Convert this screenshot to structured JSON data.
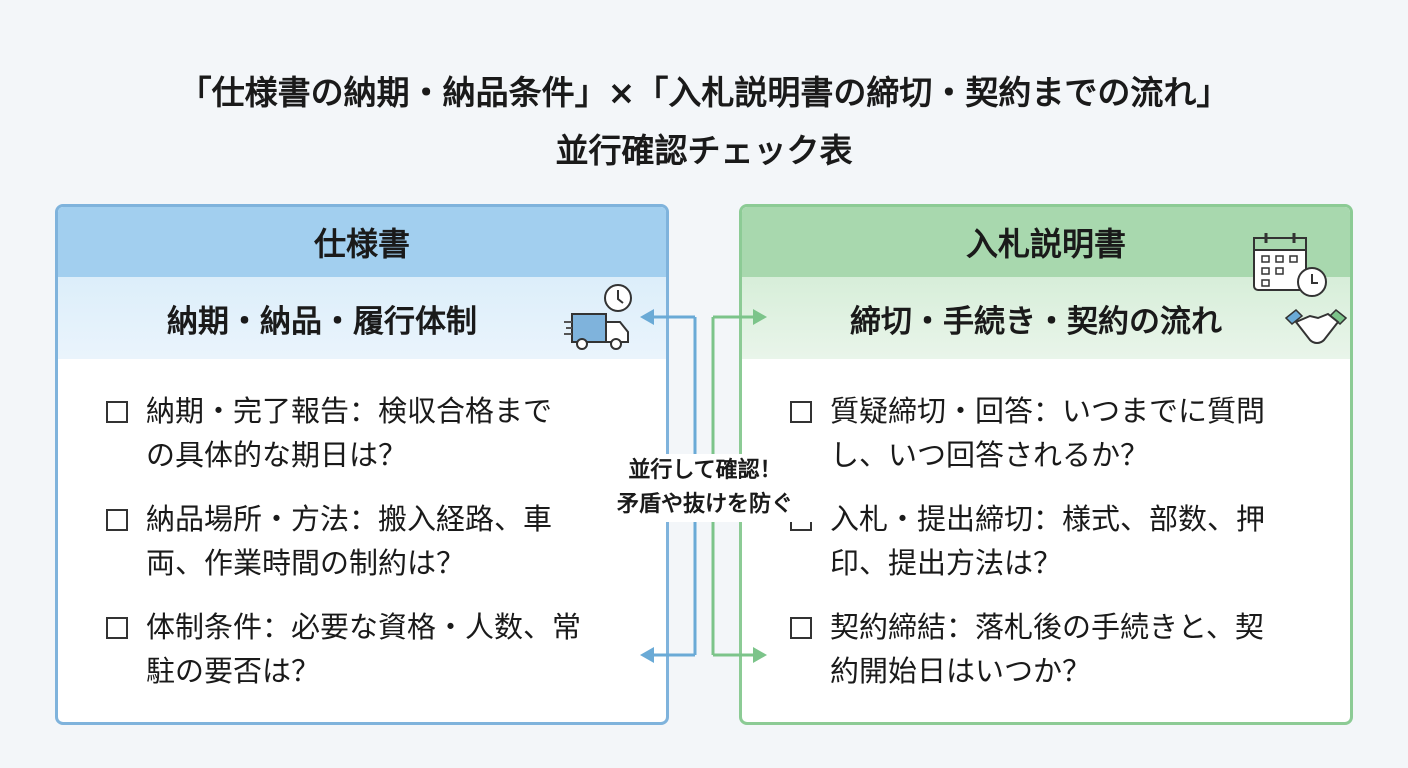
{
  "title": {
    "line1": "「仕様書の納期・納品条件」×「入札説明書の締切・契約までの流れ」",
    "line2": "並行確認チェック表"
  },
  "left": {
    "header": "仕様書",
    "subheader": "納期・納品・履行体制",
    "items": [
      "納期・完了報告：検収合格までの具体的な期日は？",
      "納品場所・方法：搬入経路、車両、作業時間の制約は？",
      "体制条件：必要な資格・人数、常駐の要否は？"
    ]
  },
  "right": {
    "header": "入札説明書",
    "subheader": "締切・手続き・契約の流れ",
    "items": [
      "質疑締切・回答：いつまでに質問し、いつ回答されるか？",
      "入札・提出締切：様式、部数、押印、提出方法は？",
      "契約締結：落札後の手続きと、契約開始日はいつか？"
    ]
  },
  "center": {
    "line1": "並行して確認！",
    "line2": "矛盾や抜けを防ぐ"
  },
  "colors": {
    "blue": "#6aaad6",
    "green": "#7cc48a"
  }
}
